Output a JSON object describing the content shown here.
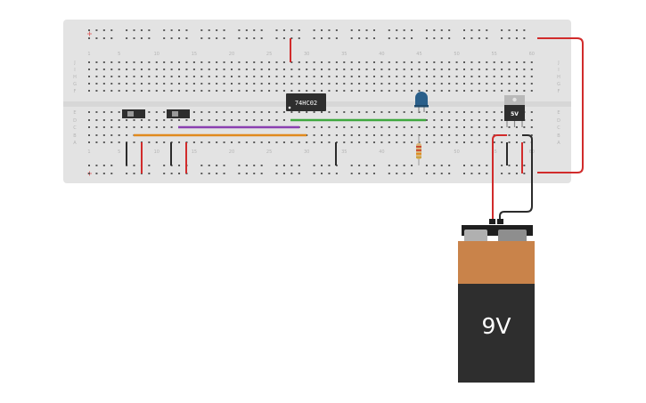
{
  "breadboard": {
    "column_numbers": [
      "1",
      "5",
      "10",
      "15",
      "20",
      "25",
      "30",
      "35",
      "40",
      "45",
      "50",
      "55",
      "60"
    ],
    "row_letters_top": [
      "J",
      "I",
      "H",
      "G",
      "F"
    ],
    "row_letters_bottom": [
      "E",
      "D",
      "C",
      "B",
      "A"
    ]
  },
  "chip": {
    "label": "74HC02"
  },
  "regulator": {
    "label": "5V"
  },
  "battery": {
    "label": "9V"
  },
  "colors": {
    "board": "#e3e3e3",
    "wire_red": "#d12b2b",
    "wire_black": "#2b2b2b",
    "wire_orange": "#e08a1e",
    "wire_purple": "#8a3fb0",
    "wire_green": "#3fa83f",
    "led_blue": "#2a5f8a",
    "battery_orange": "#c9834a",
    "battery_dark": "#2e2e2e"
  }
}
